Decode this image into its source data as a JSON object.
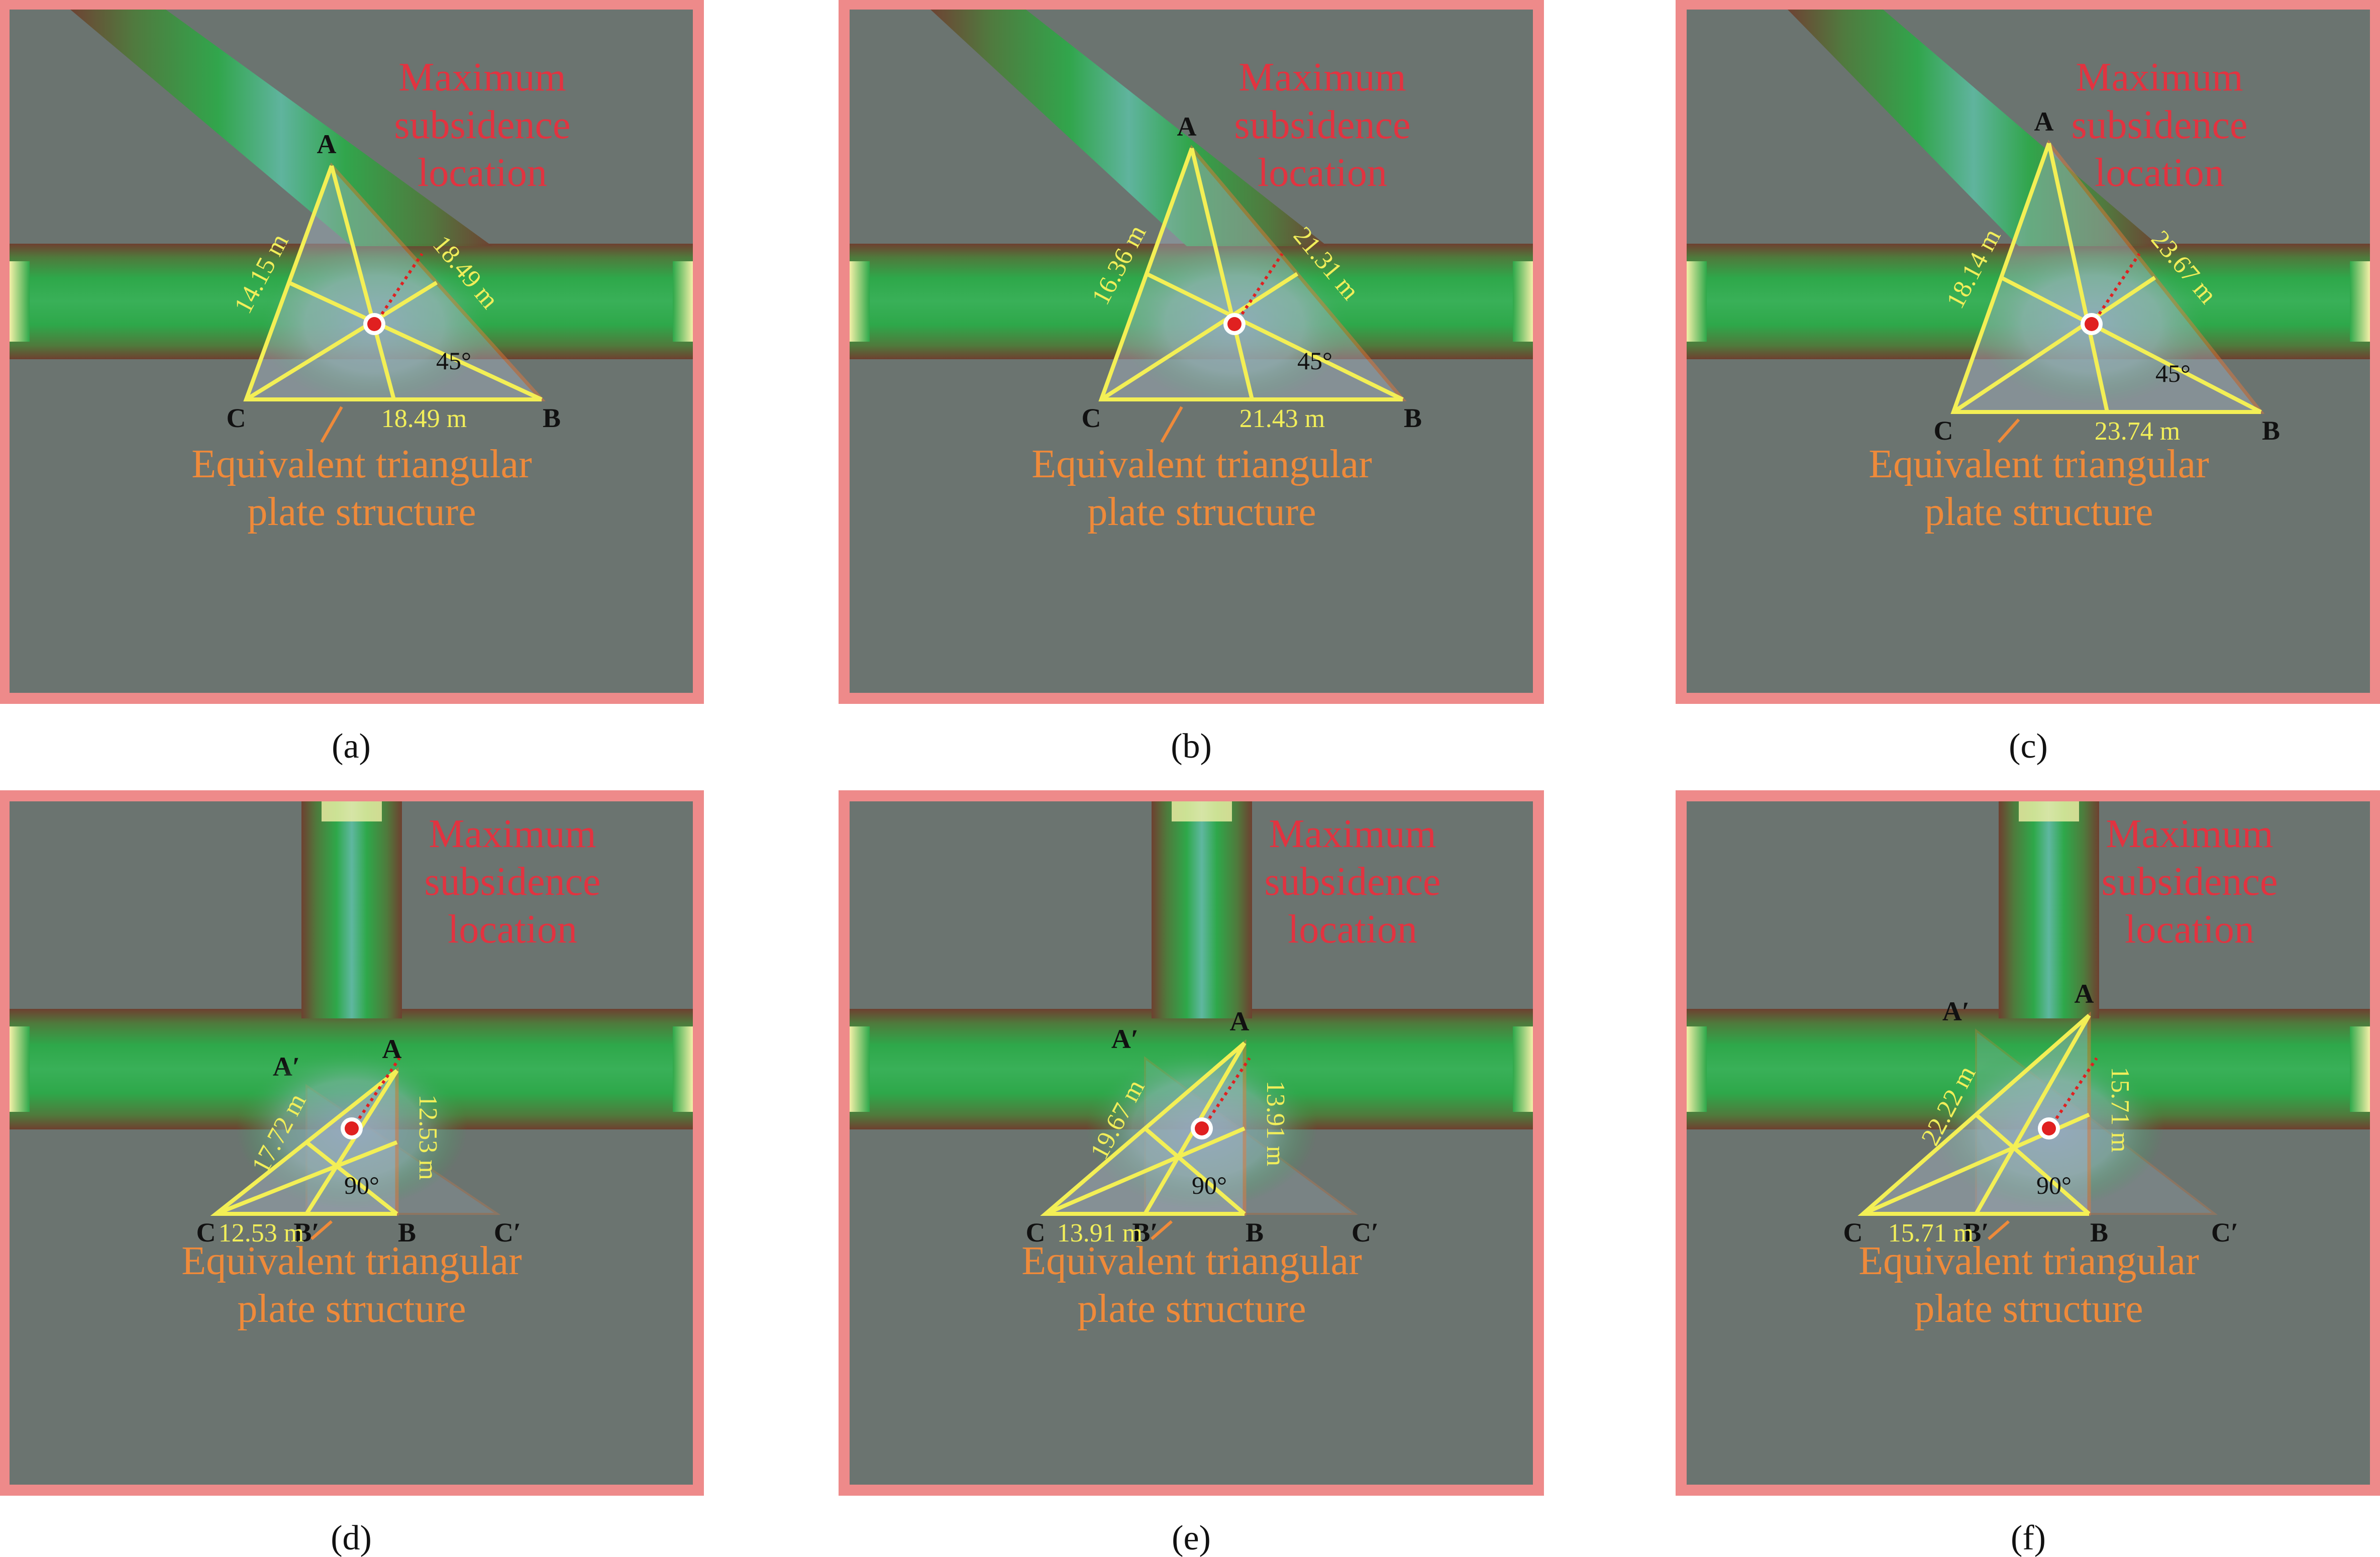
{
  "colors": {
    "background": "#6b7470",
    "border": "#ee8a8a",
    "tunnel_dark": "#6e4030",
    "tunnel_green": "#2ea84a",
    "tunnel_light": "#9ed7a8",
    "triangle_fill": "#a6b3c2",
    "triangle_edge": "#ef7a3a",
    "median_line": "#f3ef55",
    "max_point": "#e02020",
    "label_red": "#e23340",
    "label_orange": "#ef8a3a"
  },
  "labels": {
    "max_line1": "Maximum",
    "max_line2": "subsidence",
    "max_line3": "location",
    "plate_line1": "Equivalent triangular",
    "plate_line2": "plate structure"
  },
  "panels": [
    {
      "id": "a",
      "caption": "(a)",
      "type": "oblique",
      "vertex_labels": {
        "A": "A",
        "B": "B",
        "C": "C"
      },
      "angle": "45°",
      "dims": {
        "AC": "14.15 m",
        "AB": "18.49 m",
        "CB": "18.49 m"
      }
    },
    {
      "id": "b",
      "caption": "(b)",
      "type": "oblique",
      "vertex_labels": {
        "A": "A",
        "B": "B",
        "C": "C"
      },
      "angle": "45°",
      "dims": {
        "AC": "16.36 m",
        "AB": "21.31 m",
        "CB": "21.43 m"
      }
    },
    {
      "id": "c",
      "caption": "(c)",
      "type": "oblique",
      "vertex_labels": {
        "A": "A",
        "B": "B",
        "C": "C"
      },
      "angle": "45°",
      "dims": {
        "AC": "18.14 m",
        "AB": "23.67 m",
        "CB": "23.74 m"
      }
    },
    {
      "id": "d",
      "caption": "(d)",
      "type": "perpendicular",
      "vertex_labels": {
        "A": "A",
        "A2": "A′",
        "B": "B",
        "B2": "B′",
        "C": "C",
        "C2": "C′"
      },
      "angle": "90°",
      "dims": {
        "AC": "17.72 m",
        "AB": "12.53 m",
        "CB": "12.53 m"
      }
    },
    {
      "id": "e",
      "caption": "(e)",
      "type": "perpendicular",
      "vertex_labels": {
        "A": "A",
        "A2": "A′",
        "B": "B",
        "B2": "B′",
        "C": "C",
        "C2": "C′"
      },
      "angle": "90°",
      "dims": {
        "AC": "19.67 m",
        "AB": "13.91 m",
        "CB": "13.91 m"
      }
    },
    {
      "id": "f",
      "caption": "(f)",
      "type": "perpendicular",
      "vertex_labels": {
        "A": "A",
        "A2": "A′",
        "B": "B",
        "B2": "B′",
        "C": "C",
        "C2": "C′"
      },
      "angle": "90°",
      "dims": {
        "AC": "22.22 m",
        "AB": "15.71 m",
        "CB": "15.71 m"
      }
    }
  ]
}
